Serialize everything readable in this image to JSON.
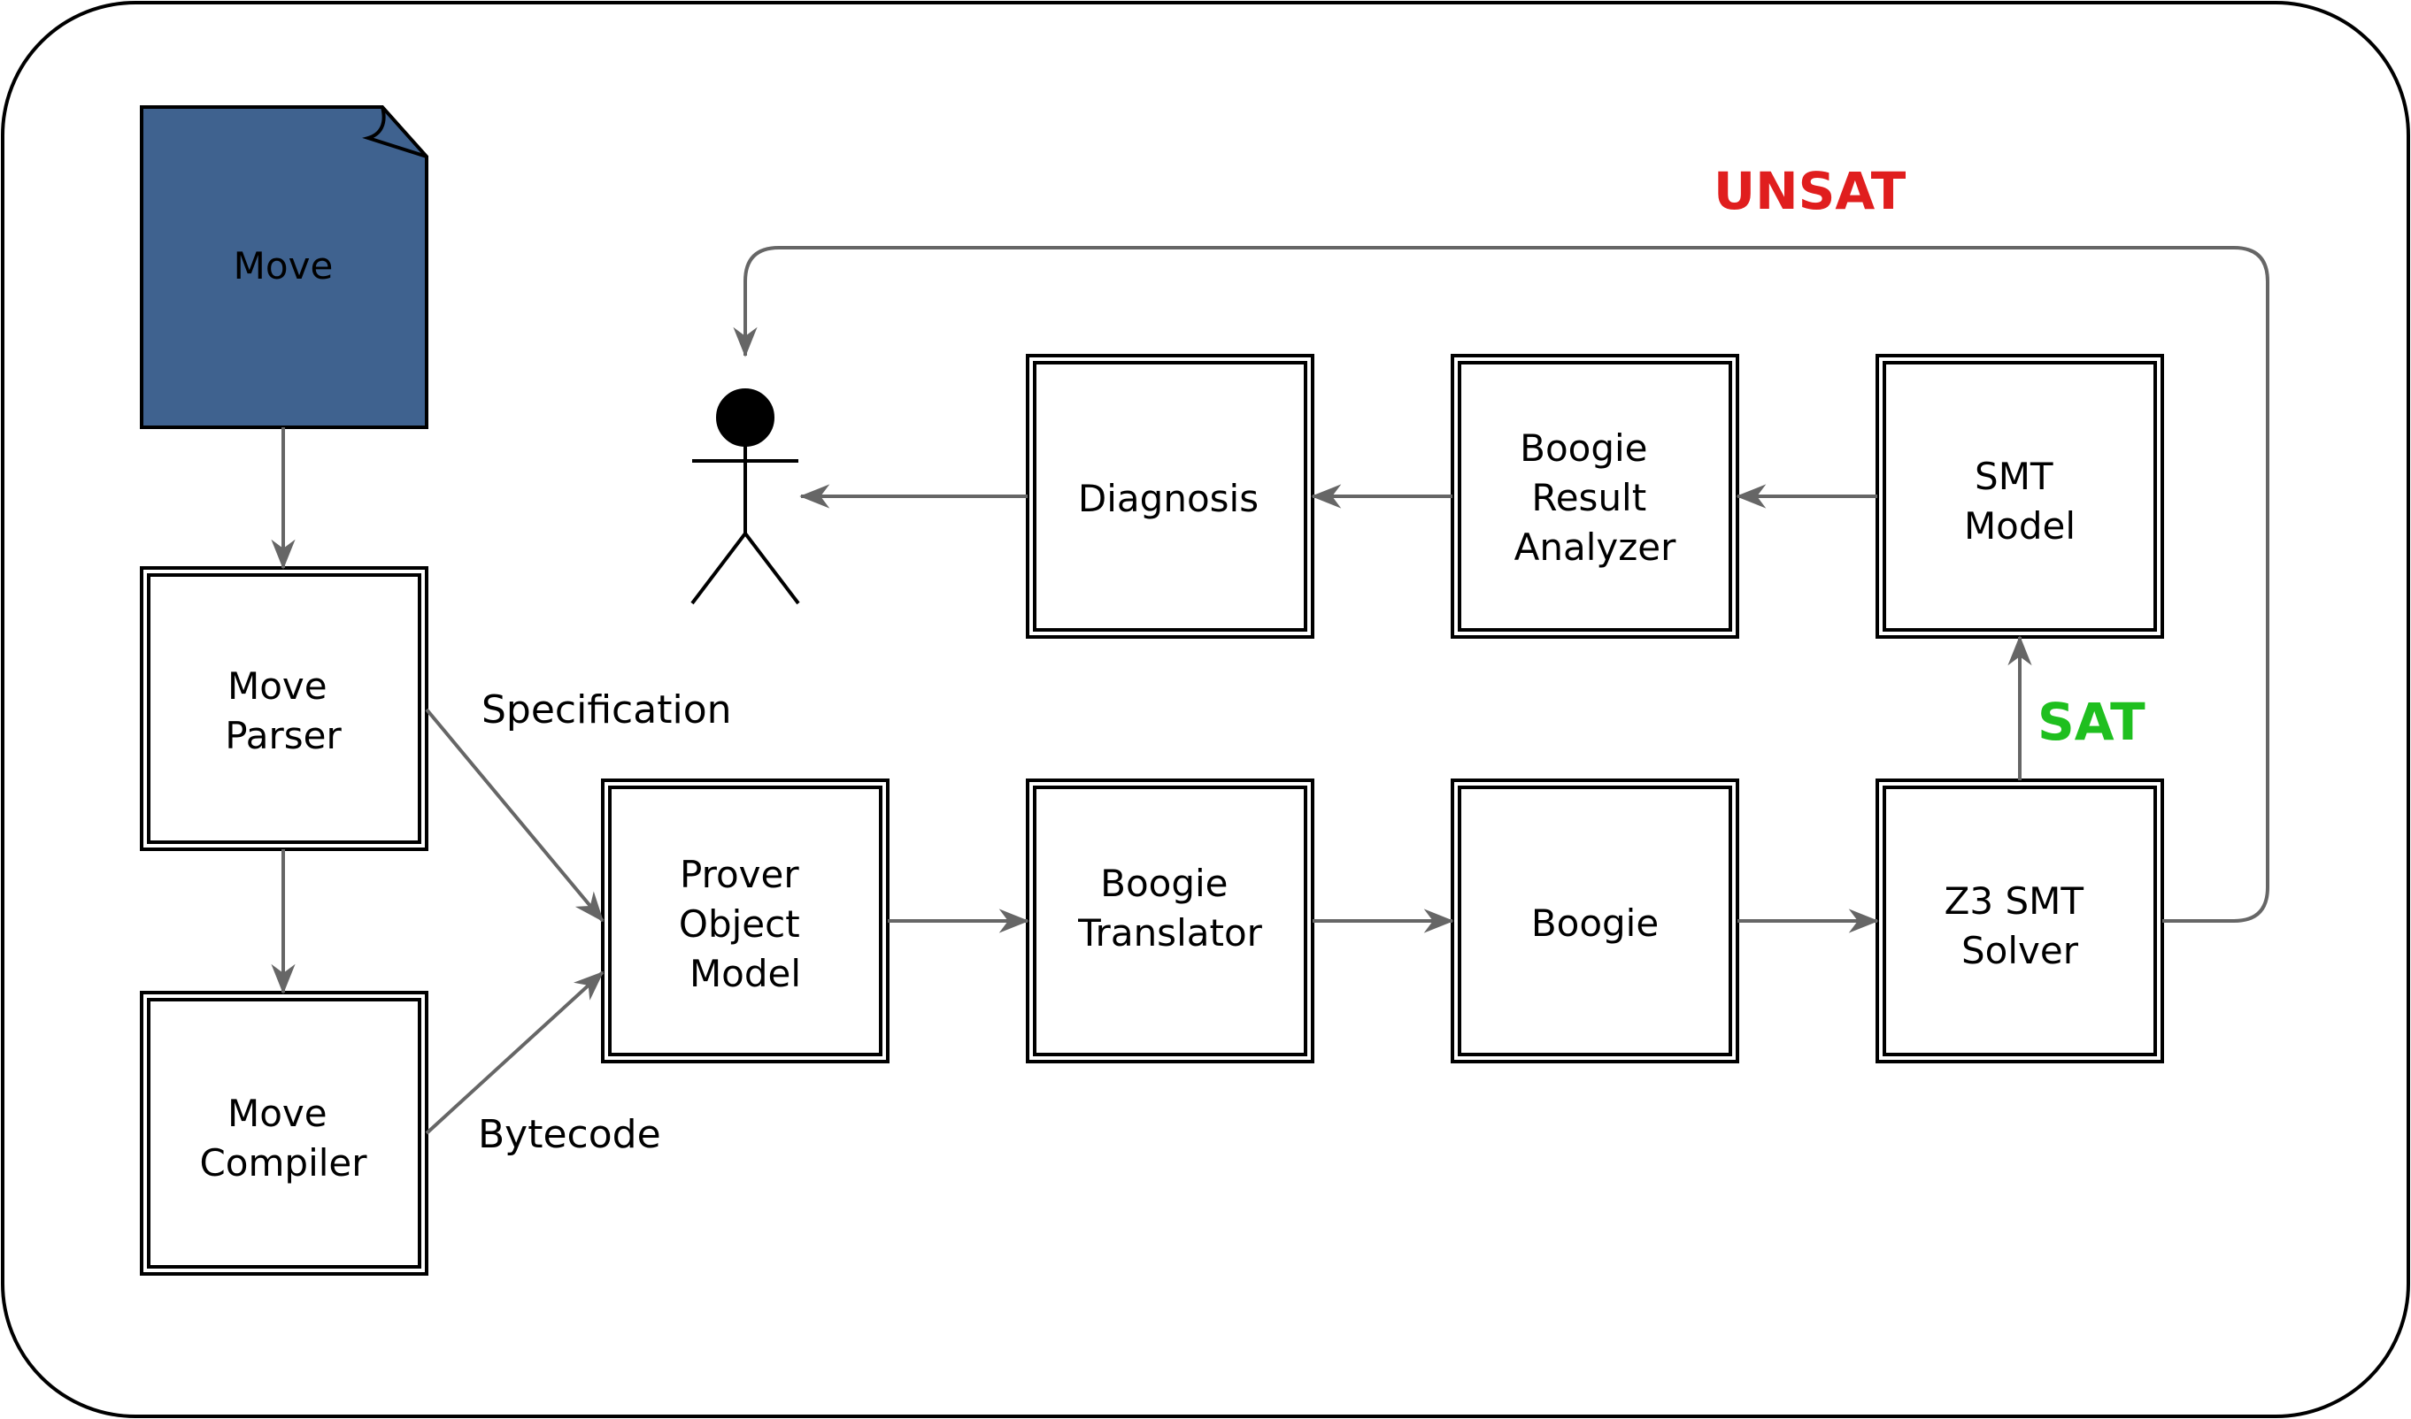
{
  "colors": {
    "document_fill": "#3f628f",
    "unsat": "#e01e1e",
    "sat": "#1fbf1f",
    "connector": "#666666"
  },
  "nodes": {
    "move_source": {
      "lines": [
        "Move"
      ]
    },
    "move_parser": {
      "lines": [
        "Move",
        "Parser"
      ]
    },
    "move_compiler": {
      "lines": [
        "Move",
        "Compiler"
      ]
    },
    "prover_object_model": {
      "lines": [
        "Prover",
        "Object",
        "Model"
      ]
    },
    "boogie_translator": {
      "lines": [
        "Boogie",
        "Translator"
      ]
    },
    "boogie": {
      "lines": [
        "Boogie"
      ]
    },
    "z3_smt_solver": {
      "lines": [
        "Z3 SMT",
        "Solver"
      ]
    },
    "smt_model": {
      "lines": [
        "SMT",
        "Model"
      ]
    },
    "boogie_result_analyzer": {
      "lines": [
        "Boogie",
        "Result",
        "Analyzer"
      ]
    },
    "diagnosis": {
      "lines": [
        "Diagnosis"
      ]
    },
    "user": {
      "icon": "user-icon"
    }
  },
  "edge_labels": {
    "specification": "Specification",
    "bytecode": "Bytecode",
    "unsat": "UNSAT",
    "sat": "SAT"
  }
}
